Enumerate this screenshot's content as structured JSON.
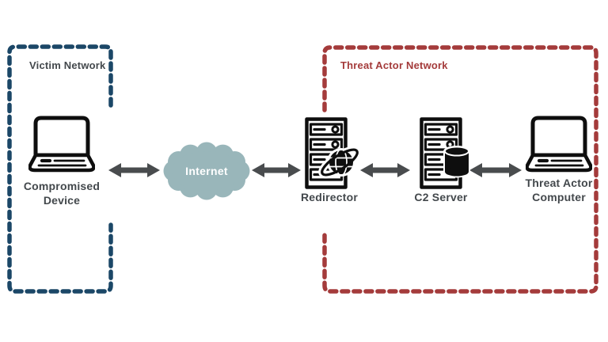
{
  "labels": {
    "victim_network": "Victim Network",
    "threat_actor_network": "Threat Actor Network",
    "compromised_device": "Compromised Device",
    "internet": "Internet",
    "redirector": "Redirector",
    "c2_server": "C2 Server",
    "threat_actor_computer": "Threat Actor Computer"
  },
  "colors": {
    "victim": "#1b4767",
    "threat": "#a43b3b",
    "cloud": "#99b6ba",
    "arrow": "#494c4e",
    "label": "#43484c",
    "icon": "#0e0e0e"
  },
  "zones": [
    {
      "name": "Victim Network",
      "style": "dashed",
      "members": [
        "Compromised Device"
      ]
    },
    {
      "name": "Threat Actor Network",
      "style": "dashed",
      "members": [
        "Redirector",
        "C2 Server",
        "Threat Actor Computer"
      ]
    }
  ],
  "connections": [
    {
      "from": "Compromised Device",
      "to": "Internet",
      "bidirectional": true
    },
    {
      "from": "Internet",
      "to": "Redirector",
      "bidirectional": true
    },
    {
      "from": "Redirector",
      "to": "C2 Server",
      "bidirectional": true
    },
    {
      "from": "C2 Server",
      "to": "Threat Actor Computer",
      "bidirectional": true
    }
  ]
}
